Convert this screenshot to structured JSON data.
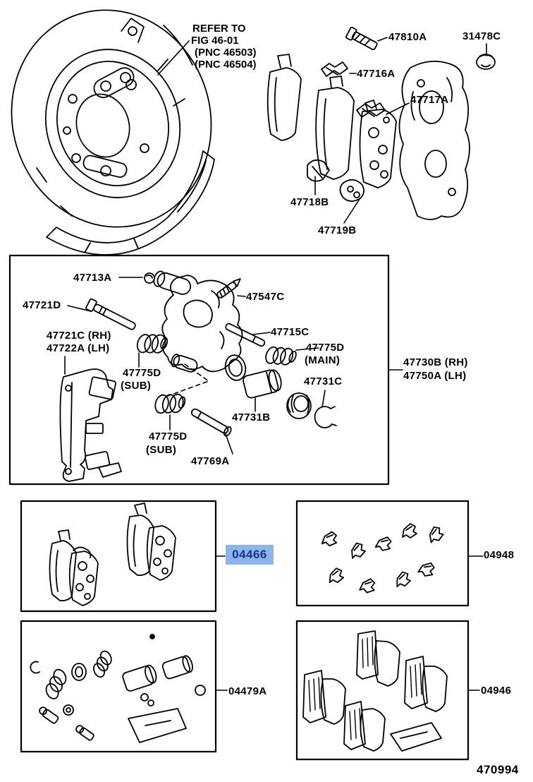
{
  "colors": {
    "background": "#FFFFFF",
    "line": "#000000",
    "highlight_bg": "#8CB4EB",
    "highlight_text": "#16368C"
  },
  "refer_note": {
    "line1": "REFER TO",
    "line2": "FIG 46-01",
    "line3": "(PNC 46503)",
    "line4": "(PNC 46504)"
  },
  "labels": {
    "l47810A": "47810A",
    "l31478C": "31478C",
    "l47716A": "47716A",
    "l47717A": "47717A",
    "l47718B": "47718B",
    "l47719B": "47719B",
    "l47713A": "47713A",
    "l47721D": "47721D",
    "l47547C": "47547C",
    "l47715C": "47715C",
    "l47721C_rh": "47721C (RH)",
    "l47722A_lh": "47722A (LH)",
    "l47775D_sub_a": "47775D",
    "l47775D_sub_a2": "(SUB)",
    "l47775D_main": "47775D",
    "l47775D_main2": "(MAIN)",
    "l47731C": "47731C",
    "l47731B": "47731B",
    "l47775D_sub_b": "47775D",
    "l47775D_sub_b2": "(SUB)",
    "l47769A": "47769A",
    "l47730B_rh": "47730B (RH)",
    "l47750A_lh": "47750A (LH)"
  },
  "kit_labels": {
    "pad_kit_selected": "04466",
    "fitting_kit": "04948",
    "cylinder_kit": "04479A",
    "pad_fitting_kit": "04946"
  },
  "drawing_number": "470994"
}
